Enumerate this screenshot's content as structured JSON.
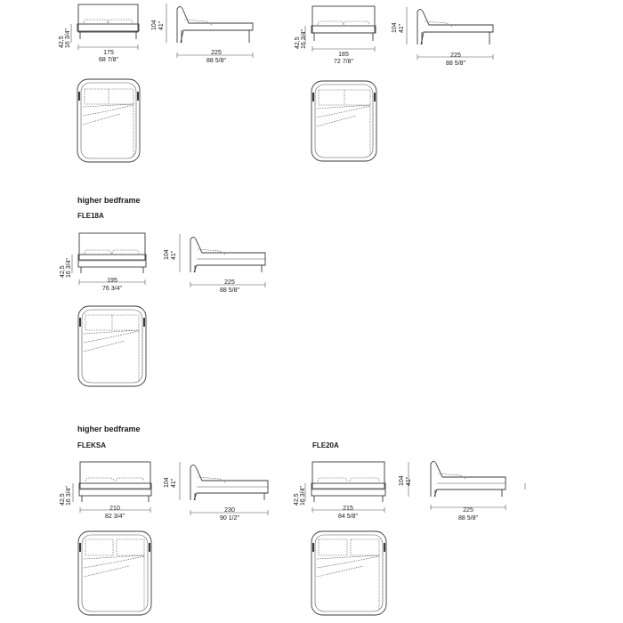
{
  "sections": [
    {
      "heading": "",
      "models": [
        {
          "code": "",
          "front": {
            "height_cm": "42,5",
            "height_in": "16 3/4\"",
            "width_cm": "175",
            "width_in": "68 7/8\""
          },
          "side": {
            "height_cm": "104",
            "height_in": "41\"",
            "length_cm": "225",
            "length_in": "88 5/8\""
          }
        },
        {
          "code": "",
          "front": {
            "height_cm": "42,5",
            "height_in": "16 3/4\"",
            "width_cm": "185",
            "width_in": "72 7/8\""
          },
          "side": {
            "height_cm": "104",
            "height_in": "41\"",
            "length_cm": "225",
            "length_in": "88 5/8\""
          }
        }
      ]
    },
    {
      "heading": "higher bedframe",
      "models": [
        {
          "code": "FLE18A",
          "front": {
            "height_cm": "42,5",
            "height_in": "16 3/4\"",
            "width_cm": "195",
            "width_in": "76 3/4\""
          },
          "side": {
            "height_cm": "104",
            "height_in": "41\"",
            "length_cm": "225",
            "length_in": "88 5/8\""
          }
        }
      ]
    },
    {
      "heading": "higher bedframe",
      "models": [
        {
          "code": "FLEKSA",
          "front": {
            "height_cm": "42,5",
            "height_in": "16 3/4\"",
            "width_cm": "210",
            "width_in": "82 3/4\""
          },
          "side": {
            "height_cm": "104",
            "height_in": "41\"",
            "length_cm": "230",
            "length_in": "90 1/2\""
          }
        },
        {
          "code": "FLE20A",
          "front": {
            "height_cm": "42,5",
            "height_in": "16 3/4\"",
            "width_cm": "215",
            "width_in": "84 5/8\""
          },
          "side": {
            "height_cm": "104",
            "height_in": "41\"",
            "length_cm": "225",
            "length_in": "88 5/8\""
          }
        }
      ]
    }
  ]
}
